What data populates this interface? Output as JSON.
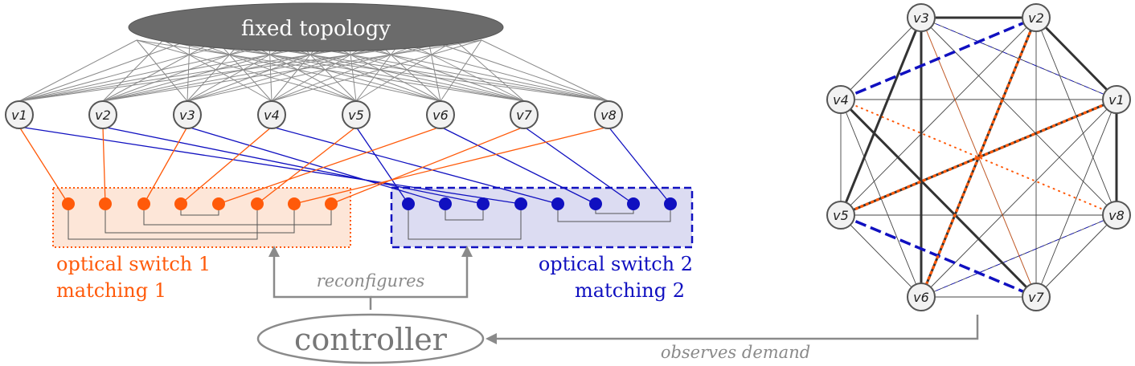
{
  "fixed_topology": {
    "label": "fixed topology",
    "fill": "#6b6b6b"
  },
  "nodes": [
    "v1",
    "v2",
    "v3",
    "v4",
    "v5",
    "v6",
    "v7",
    "v8"
  ],
  "switch1": {
    "label_line1": "optical switch 1",
    "label_line2": "matching 1",
    "color": "#ff5a0a",
    "fill": "#fde6d8"
  },
  "switch2": {
    "label_line1": "optical switch 2",
    "label_line2": "matching 2",
    "color": "#1010c0",
    "fill": "#dcdcf2"
  },
  "controller": {
    "label": "controller"
  },
  "arrows": {
    "reconfigures": "reconfigures",
    "observes_demand": "observes demand"
  },
  "ring": {
    "order": [
      "v1",
      "v2",
      "v3",
      "v4",
      "v5",
      "v6",
      "v7",
      "v8"
    ],
    "thick_dark_edges": [
      [
        "v2",
        "v3"
      ],
      [
        "v2",
        "v1"
      ],
      [
        "v1",
        "v8"
      ],
      [
        "v3",
        "v6"
      ],
      [
        "v3",
        "v5"
      ],
      [
        "v4",
        "v7"
      ],
      [
        "v5",
        "v1"
      ],
      [
        "v6",
        "v2"
      ]
    ],
    "blue_matching": [
      [
        "v4",
        "v2"
      ],
      [
        "v5",
        "v7"
      ]
    ],
    "orange_matching": [
      [
        "v2",
        "v6"
      ],
      [
        "v4",
        "v8"
      ],
      [
        "v5",
        "v1"
      ]
    ]
  }
}
